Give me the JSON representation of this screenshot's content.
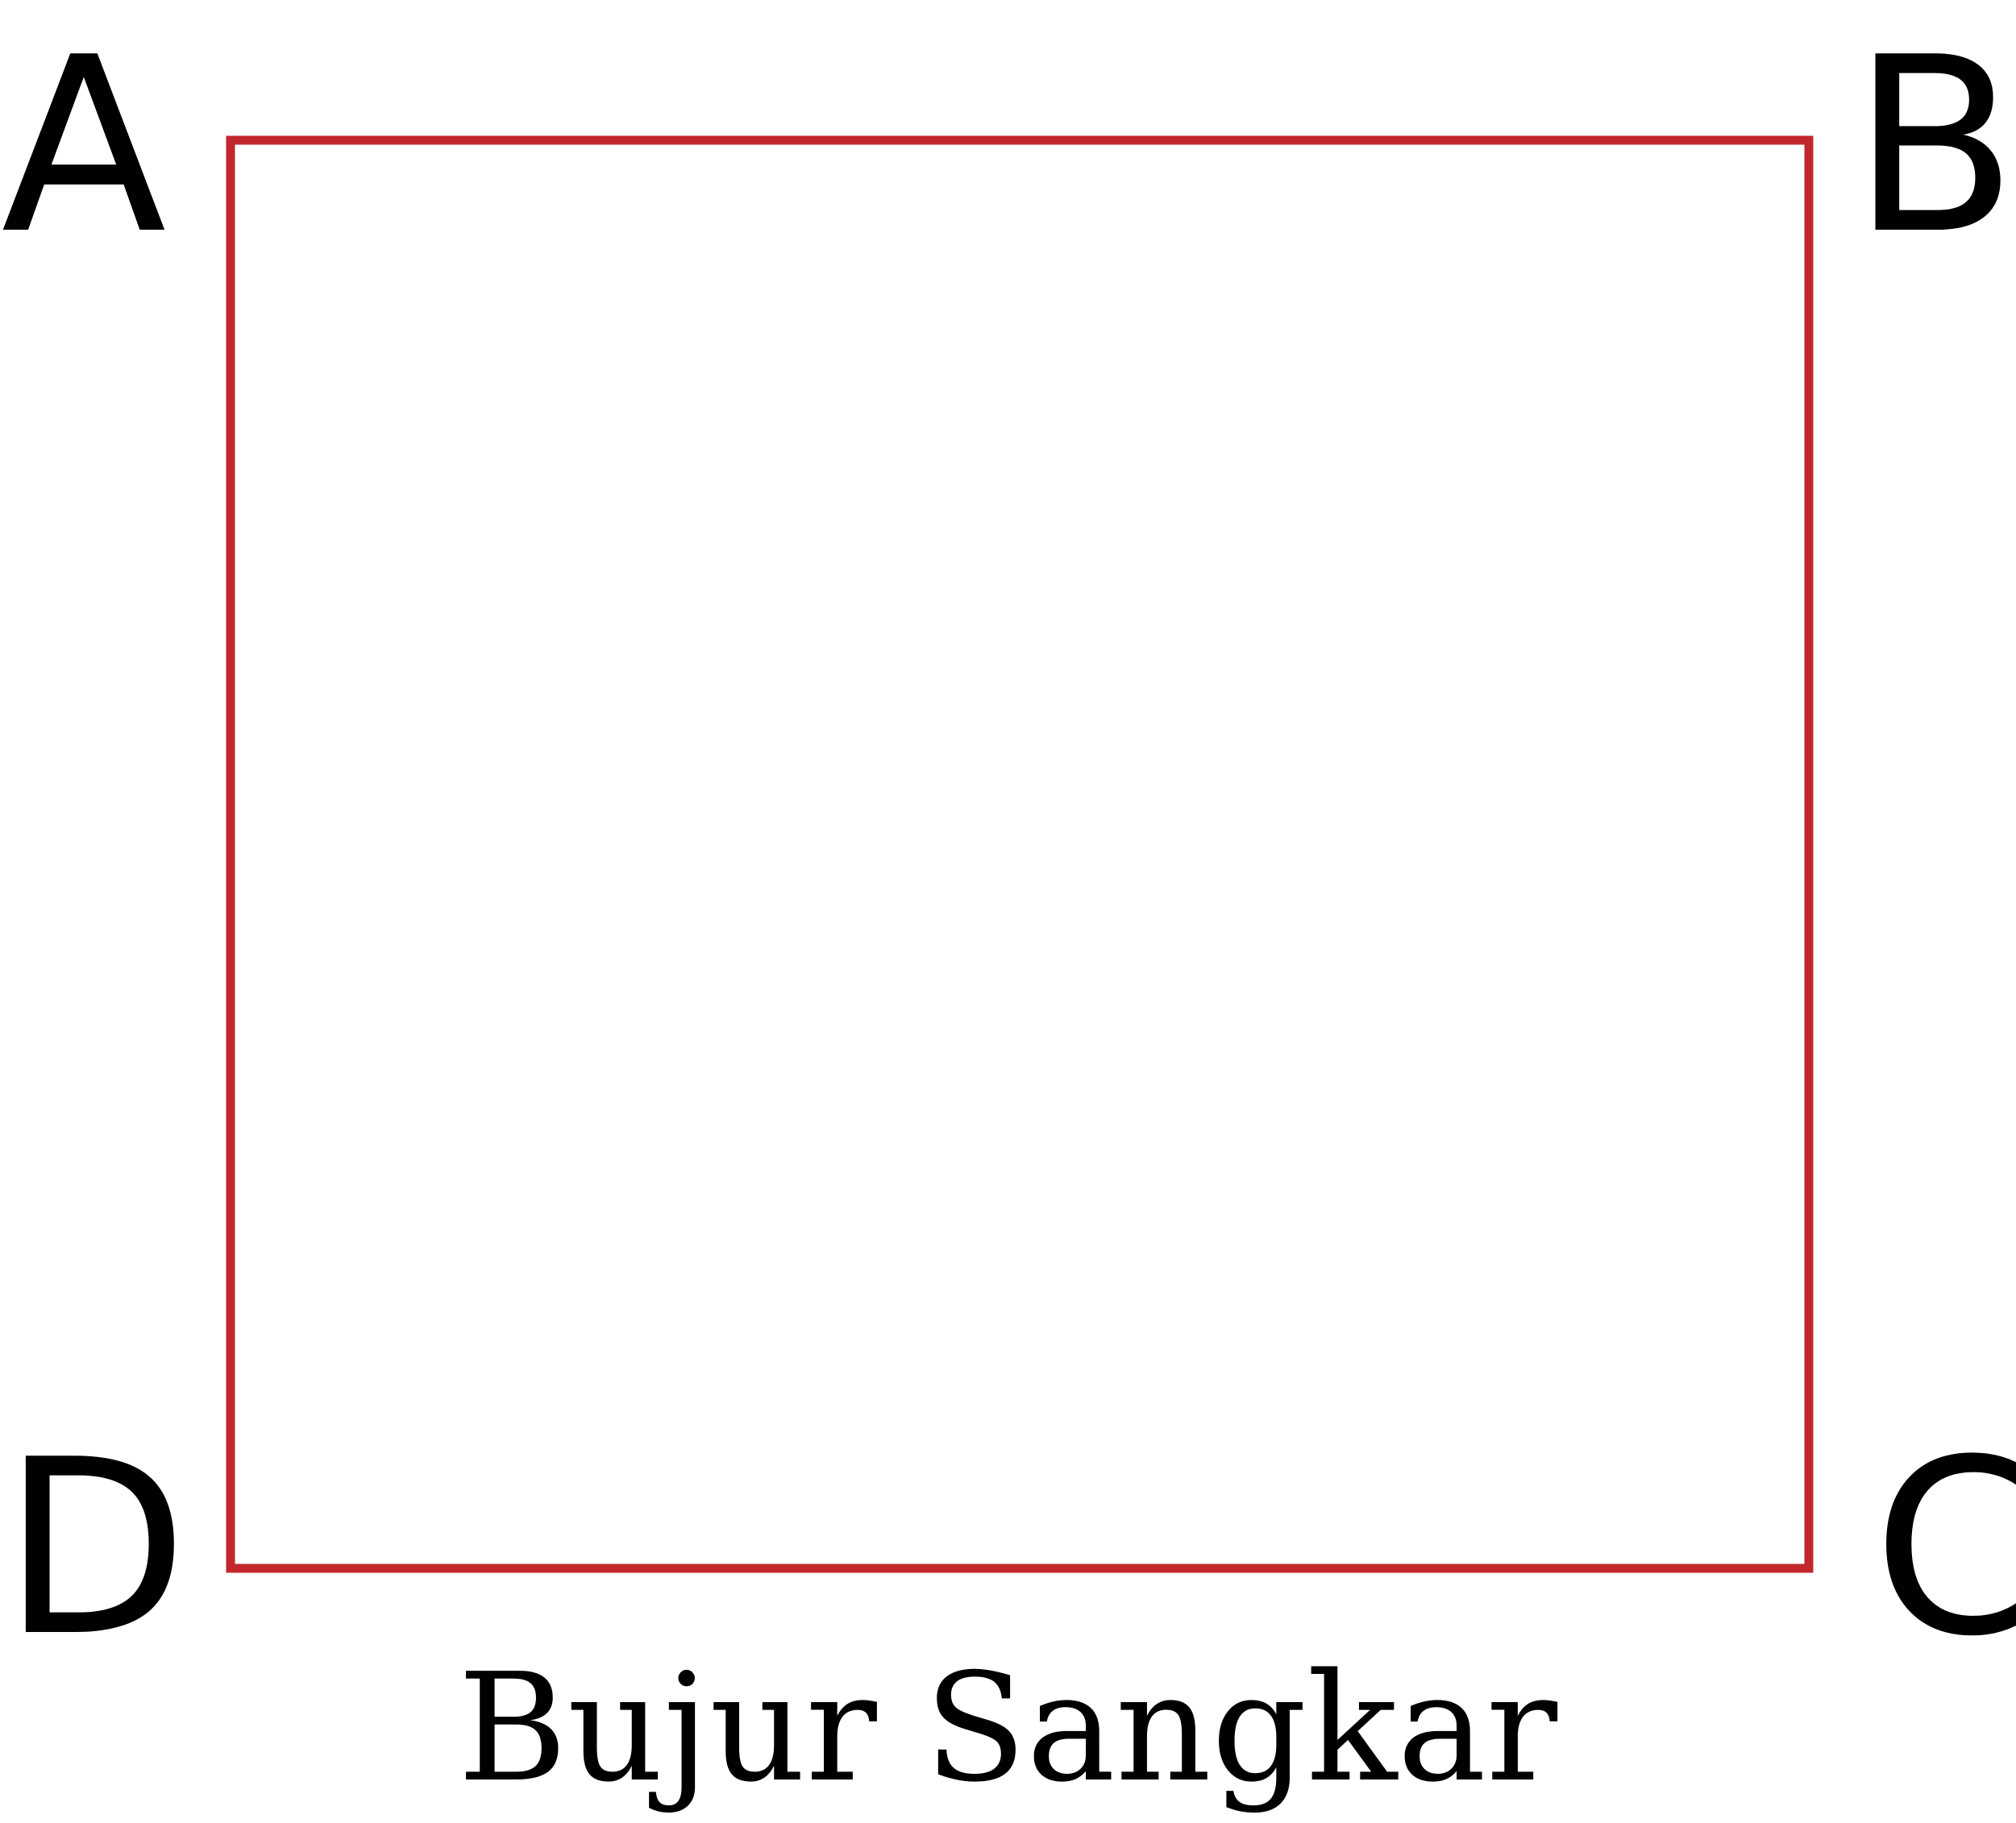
{
  "diagram": {
    "caption": "Bujur Sangkar",
    "vertices": {
      "top_left": "A",
      "top_right": "B",
      "bottom_right": "C",
      "bottom_left": "D"
    },
    "colors": {
      "square_outline": "#c1272d",
      "text": "#000000",
      "background": "#ffffff"
    }
  }
}
